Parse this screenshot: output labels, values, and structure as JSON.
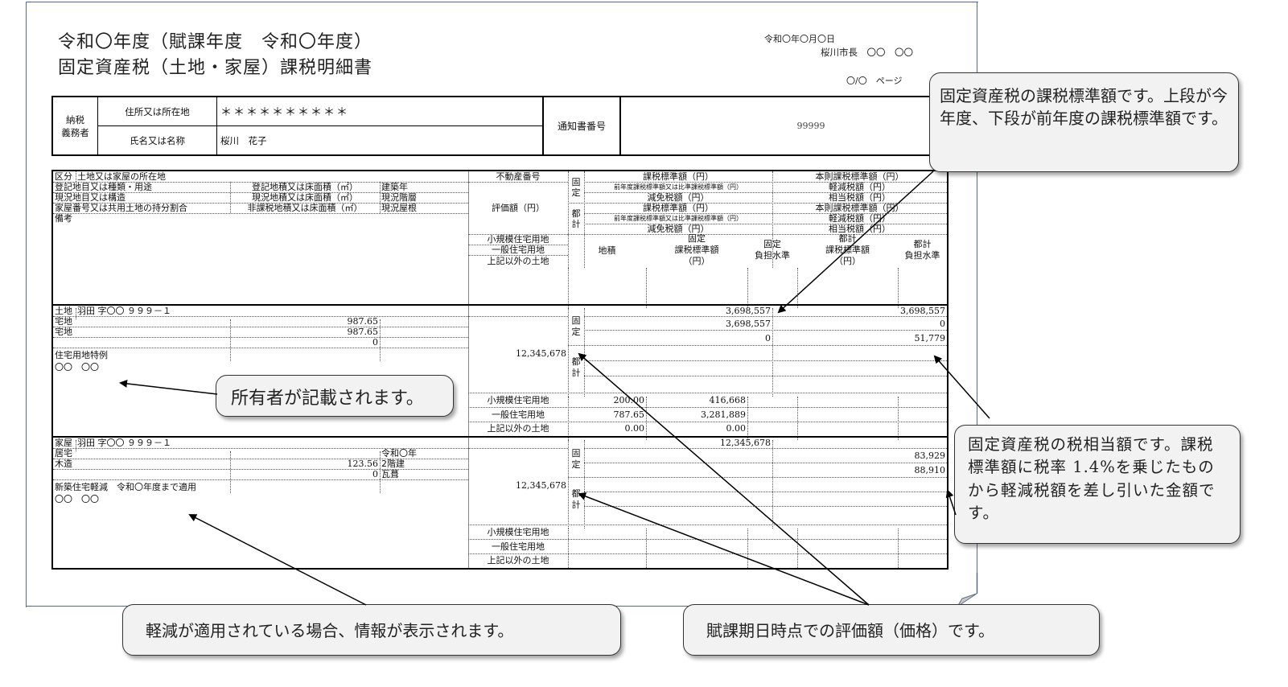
{
  "header": {
    "title_line1": "令和〇年度（賦課年度　令和〇年度）",
    "title_line2": "固定資産税（土地・家屋）課税明細書",
    "date": "令和〇年〇月〇日",
    "mayor": "桜川市長　〇〇　〇〇",
    "page": "〇/〇　ページ"
  },
  "taxpayer": {
    "group_label_1": "納税",
    "group_label_2": "義務者",
    "address_label": "住所又は所在地",
    "address_value": "＊＊＊＊＊＊＊＊＊＊",
    "name_label": "氏名又は名称",
    "name_value": "桜川　花子",
    "notice_label": "通知書番号",
    "notice_value": "99999"
  },
  "columns": {
    "kubun": "区分",
    "location": "土地又は家屋の所在地",
    "row1": [
      "登記地目又は種類・用途",
      "登記地積又は床面積（㎡）",
      "建築年"
    ],
    "row2": [
      "現況地目又は構造",
      "現況地積又は床面積（㎡）",
      "現況階層"
    ],
    "row3": [
      "家屋番号又は共用土地の持分割合",
      "非課税地積又は床面積（㎡）",
      "現況屋根"
    ],
    "remarks": "備考",
    "property_number": "不動産番号",
    "assessed_value": "評価額（円）",
    "kotei": [
      "固",
      "定"
    ],
    "toshi": [
      "都",
      "計"
    ],
    "mid": [
      "課税標準額（円）",
      "前年度課税標準額又は比準課税標準額（円）",
      "減免税額（円）"
    ],
    "right": [
      "本則課税標準額（円）",
      "軽減税額（円）",
      "相当税額（円）"
    ],
    "land_types": [
      "小規模住宅用地",
      "一般住宅用地",
      "上記以外の土地"
    ],
    "sub_area": "地積",
    "sub_kotei_base": [
      "固定",
      "課税標準額",
      "（円）"
    ],
    "sub_kotei_level": [
      "固定",
      "負担水準"
    ],
    "sub_toshi_base": [
      "都計",
      "課税標準額",
      "（円）"
    ],
    "sub_toshi_level": [
      "都計",
      "負担水準"
    ]
  },
  "land": {
    "kubun": "土地",
    "location": "羽田 字〇〇 ９９９－１",
    "registered_use": "宅地",
    "registered_area": "987.65",
    "current_use": "宅地",
    "current_area": "987.65",
    "nontax_area": "0",
    "remarks_1": "住宅用地特例",
    "remarks_2": "〇〇　〇〇",
    "assessed_value": "12,345,678",
    "kotei_base": "3,698,557",
    "kotei_prev_base": "3,698,557",
    "kotei_reduction": "0",
    "main_base": "3,698,557",
    "relief": "0",
    "equivalent_tax": "51,779",
    "breakdown": [
      {
        "type": "小規模住宅用地",
        "area": "200.00",
        "kotei_base": "416,668"
      },
      {
        "type": "一般住宅用地",
        "area": "787.65",
        "kotei_base": "3,281,889"
      },
      {
        "type": "上記以外の土地",
        "area": "0.00",
        "kotei_base": "0.00"
      }
    ]
  },
  "house": {
    "kubun": "家屋",
    "location": "羽田 字〇〇 ９９９－１",
    "type": "居宅",
    "built_year": "令和〇年",
    "structure": "木造",
    "floor_area": "123.56",
    "floors": "2階建",
    "nontax_area": "0",
    "roof": "瓦葺",
    "remarks_1": "新築住宅軽減　令和〇年度まで適用",
    "remarks_2": "〇〇　〇〇",
    "assessed_value": "12,345,678",
    "kotei_base": "12,345,678",
    "relief": "83,929",
    "equivalent_tax": "88,910"
  },
  "callouts": {
    "tax_base": "固定資産税の課税標準額です。上段が今年度、下段が前年度の課税標準額です。",
    "owner": "所有者が記載されます。",
    "tax_equivalent": "固定資産税の税相当額です。課税標準額に税率 1.4%を乗じたものから軽減税額を差し引いた金額です。",
    "relief_info": "軽減が適用されている場合、情報が表示されます。",
    "assessed_value": "賦課期日時点での評価額（価格）です。"
  }
}
